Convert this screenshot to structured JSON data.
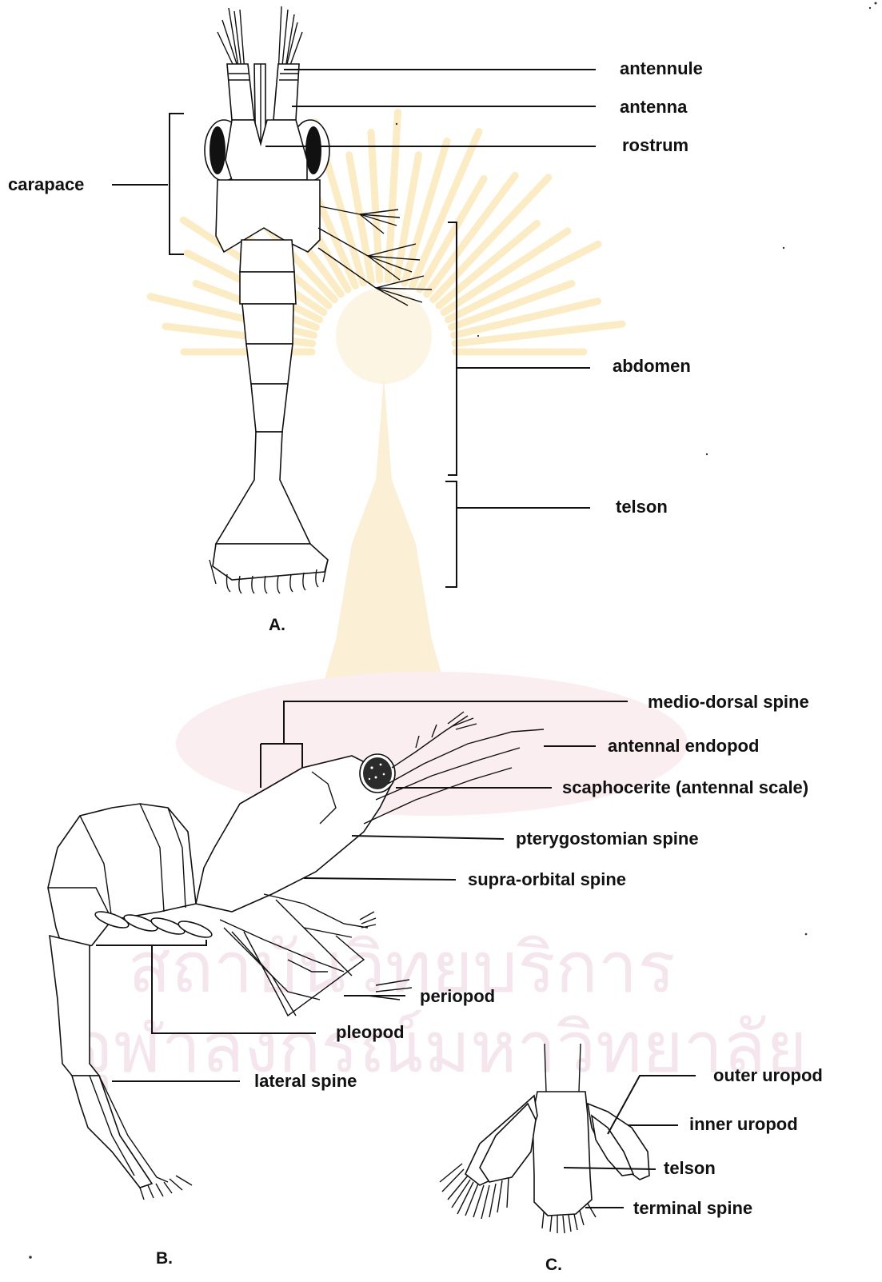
{
  "watermark": {
    "line1": "สถาบันวิทยบริการ",
    "line2": "จุฬาลงกรณ์มหาวิทยาลัย",
    "line1_color": "#f6e7ec",
    "line2_color": "#f3e4ec",
    "emblem_color": "#fbf0d6",
    "emblem_rays_color": "#fbecc4"
  },
  "figure_a": {
    "label": "A.",
    "parts": {
      "antennule": "antennule",
      "antenna": "antenna",
      "rostrum": "rostrum",
      "carapace": "carapace",
      "abdomen": "abdomen",
      "telson": "telson"
    }
  },
  "figure_b": {
    "label": "B.",
    "parts": {
      "medio_dorsal_spine": "medio-dorsal spine",
      "antennal_endopod": "antennal endopod",
      "scaphocerite": "scaphocerite (antennal scale)",
      "pterygostomian_spine": "pterygostomian spine",
      "supra_orbital_spine": "supra-orbital spine",
      "periopod": "periopod",
      "pleopod": "pleopod",
      "lateral_spine": "lateral spine"
    }
  },
  "figure_c": {
    "label": "C.",
    "parts": {
      "outer_uropod": "outer uropod",
      "inner_uropod": "inner uropod",
      "telson": "telson",
      "terminal_spine": "terminal spine"
    }
  }
}
